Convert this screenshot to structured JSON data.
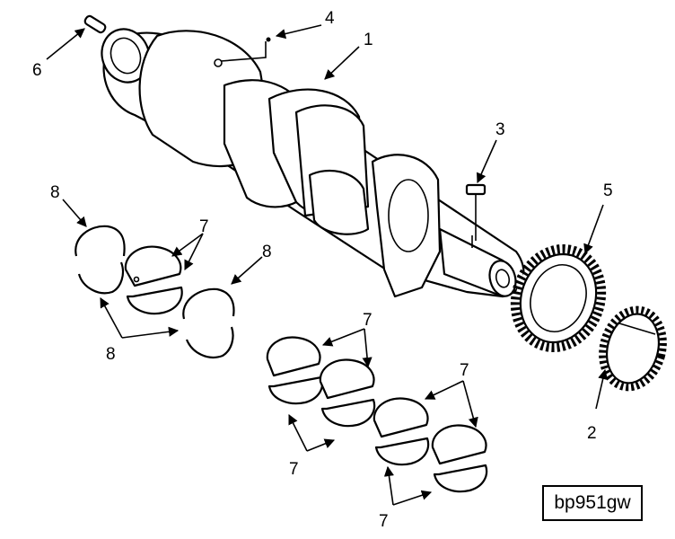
{
  "callouts": {
    "c1": "1",
    "c2": "2",
    "c3": "3",
    "c4": "4",
    "c5": "5",
    "c6": "6",
    "c7a": "7",
    "c7b": "7",
    "c7c": "7",
    "c7d": "7",
    "c7e": "7",
    "c8a": "8",
    "c8b": "8",
    "c8c": "8"
  },
  "figure_id": "bp951gw"
}
